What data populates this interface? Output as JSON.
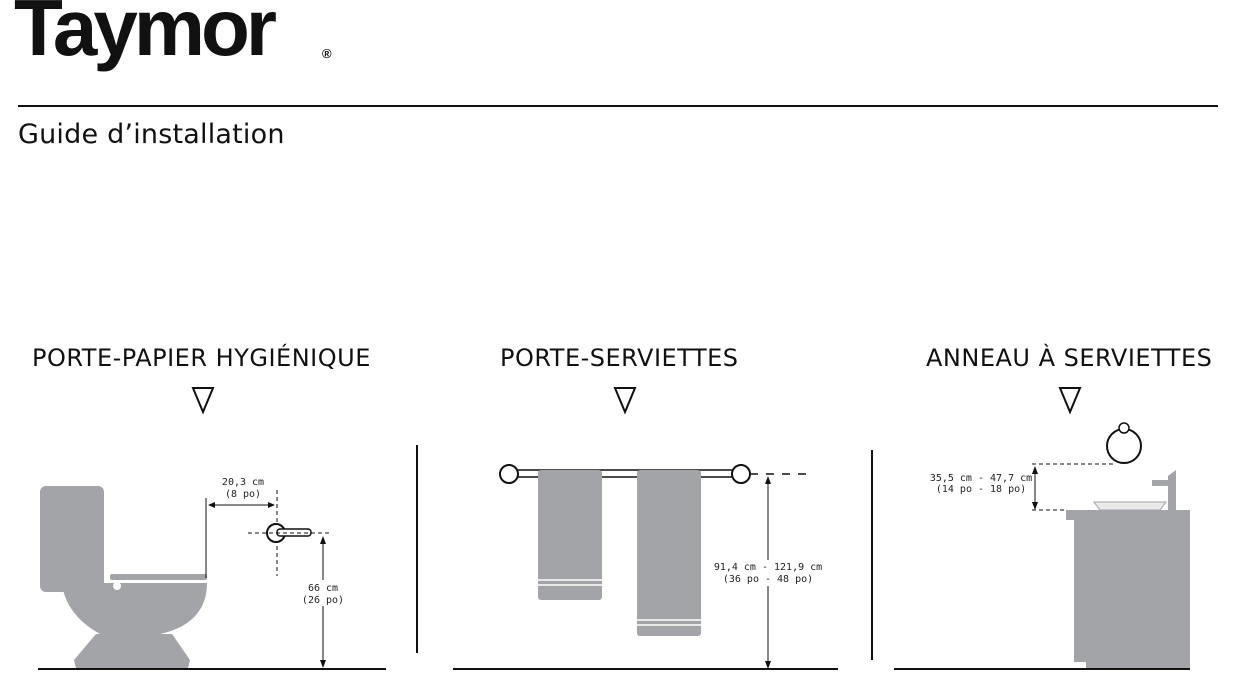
{
  "brand": {
    "name": "Taymor",
    "registered": "®"
  },
  "subtitle": "Guide d’installation",
  "sections": [
    {
      "title": "PORTE-PAPIER HYGIÉNIQUE",
      "dim_horizontal": {
        "metric": "20,3 cm",
        "imperial": "(8 po)"
      },
      "dim_vertical": {
        "metric": "66 cm",
        "imperial": "(26 po)"
      }
    },
    {
      "title": "PORTE-SERVIETTES",
      "dim_vertical": {
        "metric": "91,4 cm - 121,9 cm",
        "imperial": "(36 po - 48 po)"
      }
    },
    {
      "title": "ANNEAU À SERVIETTES",
      "dim_vertical": {
        "metric": "35,5 cm - 47,7 cm",
        "imperial": "(14 po - 18 po)"
      }
    }
  ],
  "colors": {
    "fixture": "#a3a4a7",
    "line": "#111111"
  }
}
